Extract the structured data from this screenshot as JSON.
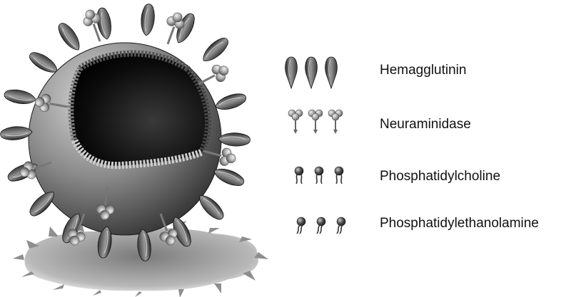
{
  "figure": {
    "subject": "influenza virion cross-section with envelope proteins and lipids",
    "style": "grayscale 3D rendering",
    "legend": [
      {
        "icon": "hemagglutinin-icon",
        "label": "Hemagglutinin"
      },
      {
        "icon": "neuraminidase-icon",
        "label": "Neuraminidase"
      },
      {
        "icon": "phosphatidylcholine-icon",
        "label": "Phosphatidylcholine"
      },
      {
        "icon": "phosphatidylethanolamine-icon",
        "label": "Phosphatidylethanolamine"
      }
    ]
  }
}
